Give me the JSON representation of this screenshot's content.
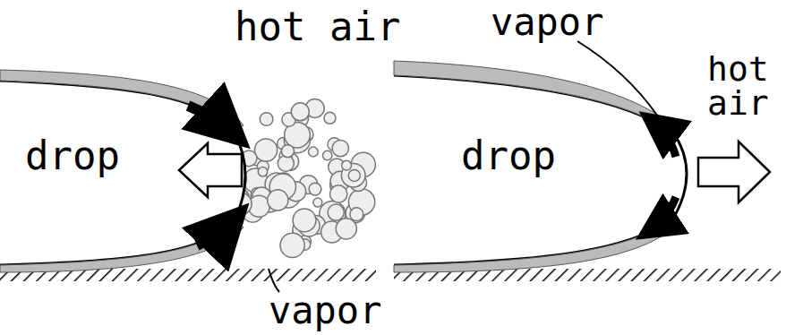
{
  "diagram": {
    "labels": [
      "hot air",
      "drop",
      "vapor",
      "vapor",
      "drop",
      "hot air"
    ]
  }
}
